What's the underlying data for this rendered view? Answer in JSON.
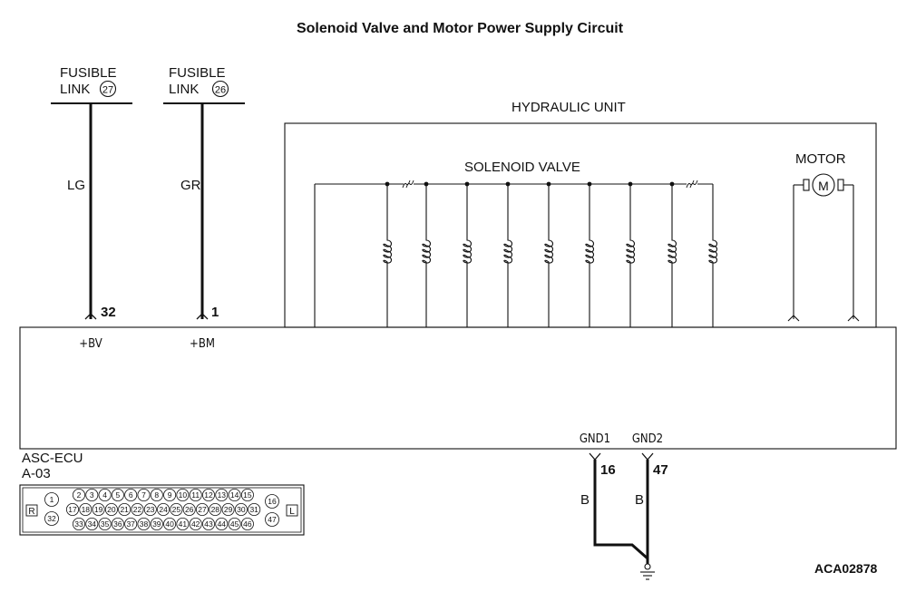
{
  "title": "Solenoid Valve and Motor Power Supply Circuit",
  "figure_id": "ACA02878",
  "fusible_links": [
    {
      "line1": "FUSIBLE",
      "line2": "LINK",
      "number": "27",
      "wire_color": "LG",
      "pin": "32",
      "terminal": "+BV"
    },
    {
      "line1": "FUSIBLE",
      "line2": "LINK",
      "number": "26",
      "wire_color": "GR",
      "pin": "1",
      "terminal": "+BM"
    }
  ],
  "hydraulic_unit": {
    "label": "HYDRAULIC UNIT",
    "solenoid_label": "SOLENOID VALVE",
    "motor_label": "MOTOR",
    "motor_symbol": "M",
    "solenoid_count": 9
  },
  "ecu": {
    "name": "ASC-ECU",
    "connector": "A-03",
    "grounds": [
      {
        "terminal": "GND1",
        "pin": "16",
        "wire_color": "B"
      },
      {
        "terminal": "GND2",
        "pin": "47",
        "wire_color": "B"
      }
    ]
  },
  "connector_face": {
    "left_mark": "R",
    "right_mark": "L",
    "left_pins": [
      "1",
      "32"
    ],
    "right_pins": [
      "16",
      "47"
    ],
    "row1": [
      "2",
      "3",
      "4",
      "5",
      "6",
      "7",
      "8",
      "9",
      "10",
      "11",
      "12",
      "13",
      "14",
      "15"
    ],
    "row2": [
      "17",
      "18",
      "19",
      "20",
      "21",
      "22",
      "23",
      "24",
      "25",
      "26",
      "27",
      "28",
      "29",
      "30",
      "31"
    ],
    "row3": [
      "33",
      "34",
      "35",
      "36",
      "37",
      "38",
      "39",
      "40",
      "41",
      "42",
      "43",
      "44",
      "45",
      "46"
    ]
  }
}
